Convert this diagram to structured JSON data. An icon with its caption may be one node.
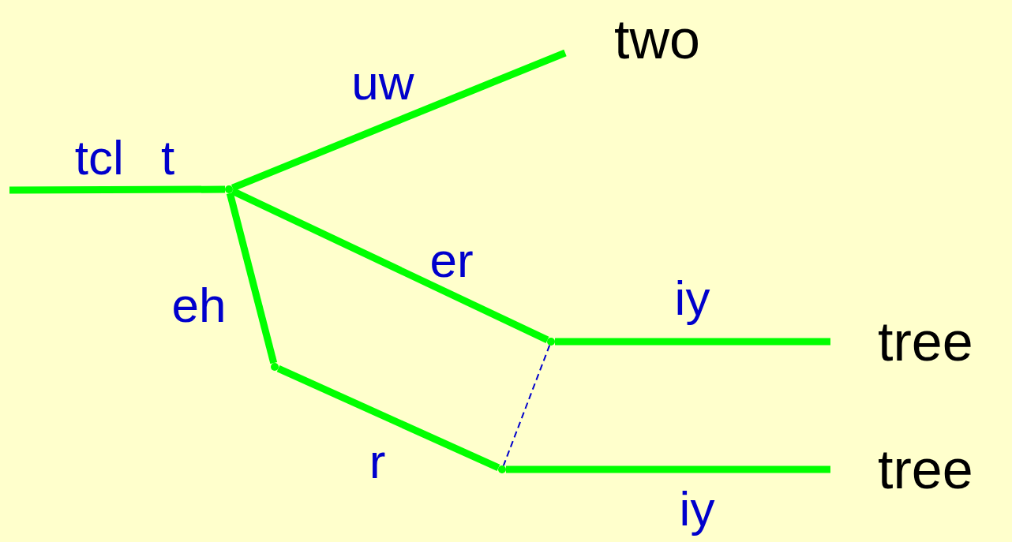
{
  "diagram": {
    "nodes": [
      {
        "text": [],
        "shape": "point"
      },
      {
        "text": [
          "two"
        ]
      },
      {
        "text": [],
        "shape": "point"
      },
      {
        "text": [],
        "shape": "point"
      },
      {
        "text": [],
        "shape": "point"
      },
      {
        "text": [
          "tree"
        ]
      },
      {
        "text": [
          "tree"
        ]
      }
    ],
    "edges": [
      {
        "from": null,
        "to": 0,
        "arrow": "none",
        "label": "tcl t"
      },
      {
        "from": 0,
        "to": 1,
        "arrow": "none",
        "label": "uw"
      },
      {
        "from": 0,
        "to": 3,
        "arrow": "none",
        "label": "er"
      },
      {
        "from": 0,
        "to": 2,
        "arrow": "none",
        "label": "eh"
      },
      {
        "from": 2,
        "to": 4,
        "arrow": "none",
        "label": "r"
      },
      {
        "from": 3,
        "to": 5,
        "arrow": "none",
        "label": "iy"
      },
      {
        "from": 4,
        "to": 6,
        "arrow": "none",
        "label": "iy"
      },
      {
        "from": 3,
        "to": 4,
        "arrow": "none",
        "style": "dashed",
        "color": "#0000cc"
      }
    ]
  }
}
